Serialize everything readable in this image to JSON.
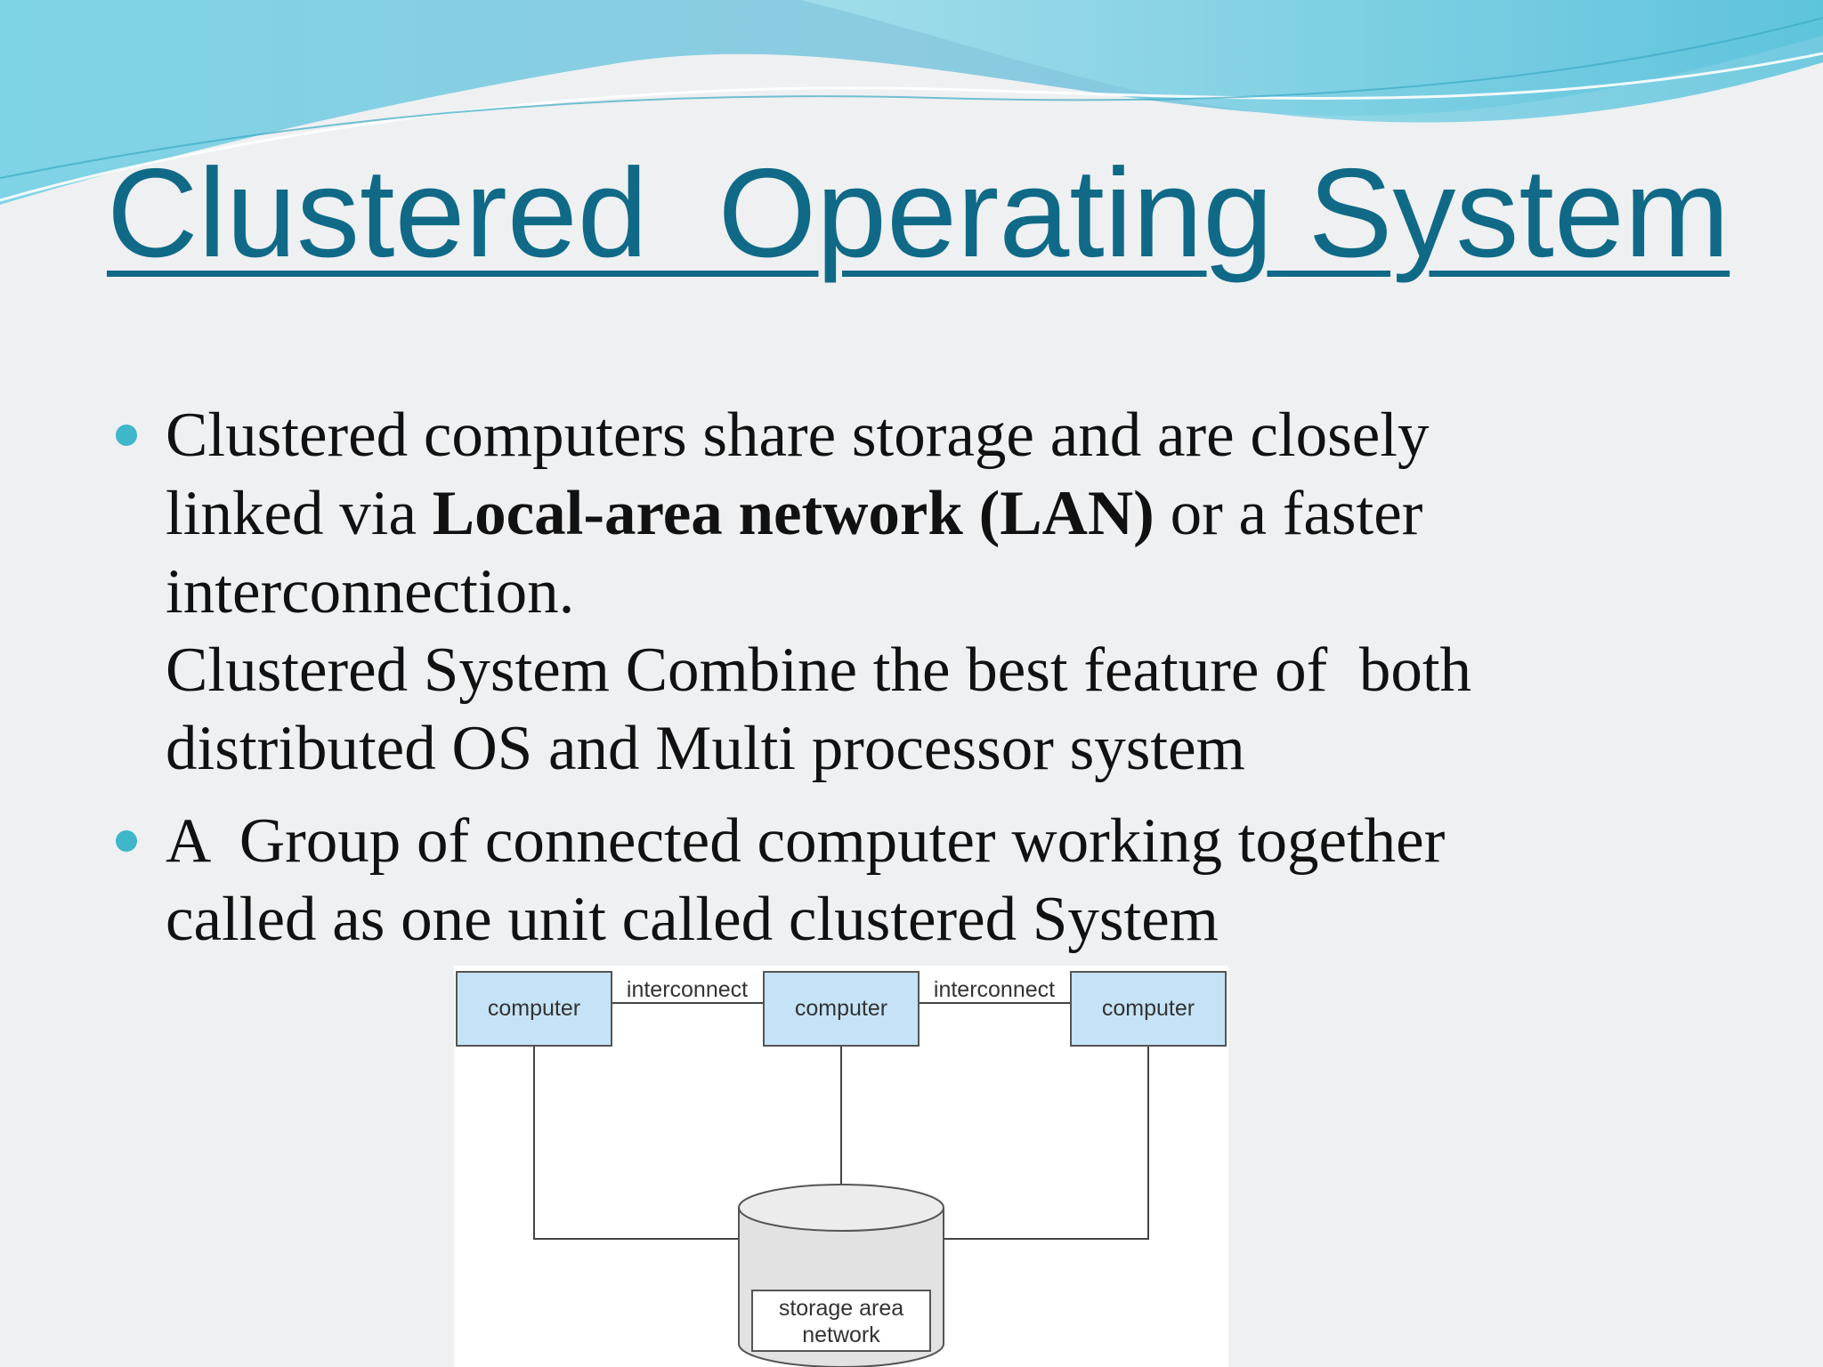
{
  "slide": {
    "title": "Clustered  Operating System",
    "colors": {
      "title": "#106a87",
      "bullet": "#3fb6c9",
      "node_fill": "#c5e3f7",
      "header_wave": "#5ec7dd"
    }
  },
  "bullets": [
    {
      "line1": "Clustered computers share storage and are closely",
      "line2_pre": "linked via ",
      "line2_bold": "Local-area network (LAN)",
      "line2_post": " or a faster",
      "line3": "interconnection.",
      "line4": "Clustered System Combine the best feature of  both",
      "line5": "distributed OS and Multi processor system"
    },
    {
      "line1": "A  Group of connected computer working together",
      "line2": "called as one unit called clustered System"
    }
  ],
  "diagram": {
    "nodes": [
      "computer",
      "computer",
      "computer"
    ],
    "links": [
      "interconnect",
      "interconnect"
    ],
    "storage_line1": "storage area",
    "storage_line2": "network"
  }
}
